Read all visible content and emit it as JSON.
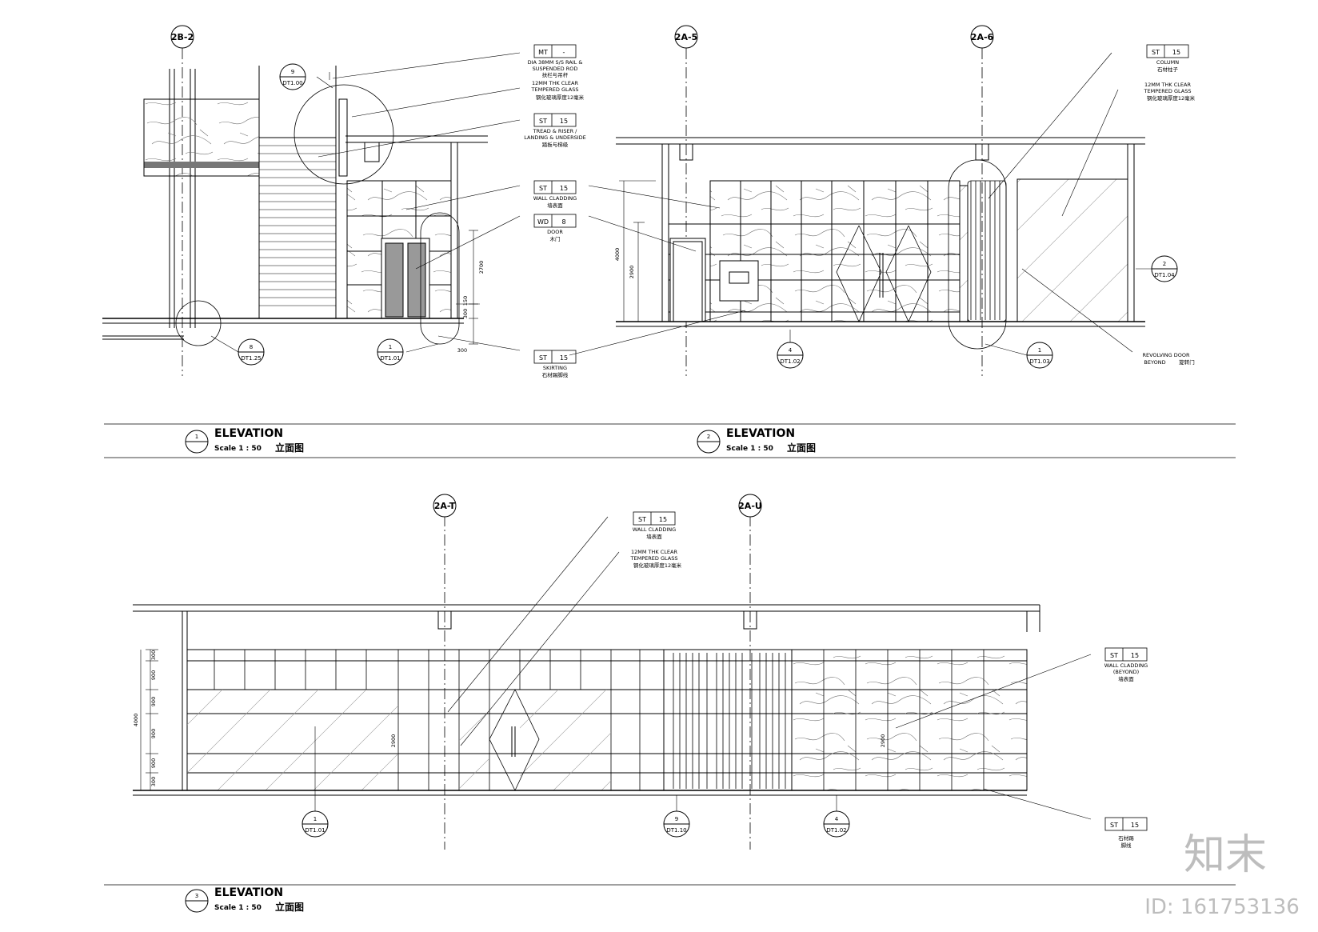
{
  "grid": {
    "e1": "2B-2",
    "e2a": "2A-5",
    "e2b": "2A-6",
    "e3a": "2A-T",
    "e3b": "2A-U"
  },
  "titles": {
    "t1": {
      "num": "1",
      "title": "ELEVATION",
      "scale": "Scale 1 : 50",
      "cn": "立面图"
    },
    "t2": {
      "num": "2",
      "title": "ELEVATION",
      "scale": "Scale 1 : 50",
      "cn": "立面图"
    },
    "t3": {
      "num": "3",
      "title": "ELEVATION",
      "scale": "Scale 1 : 50",
      "cn": "立面图"
    }
  },
  "tags": {
    "mt": {
      "code": "MT",
      "num": "-",
      "l1": "DIA 38MM S/S RAIL &",
      "l2": "SUSPENDED ROD",
      "cn": "扶栏与吊杆",
      "l3": "12MM THK CLEAR",
      "l4": "TEMPERED GLASS",
      "cn2": "钢化玻璃厚度12毫米"
    },
    "st_tread": {
      "code": "ST",
      "num": "15",
      "l1": "TREAD & RISER /",
      "l2": "LANDING & UNDERSIDE",
      "cn": "踏板与梯级"
    },
    "st_wall": {
      "code": "ST",
      "num": "15",
      "l1": "WALL CLADDING",
      "cn": "墙表面"
    },
    "wd_door": {
      "code": "WD",
      "num": "8",
      "l1": "DOOR",
      "cn": "木门"
    },
    "st_skirt": {
      "code": "ST",
      "num": "15",
      "l1": "SKIRTING",
      "cn": "石材踢脚线"
    },
    "st_column": {
      "code": "ST",
      "num": "15",
      "l1": "COLUMN",
      "cn": "石材柱子"
    },
    "glass2": {
      "l1": "12MM THK CLEAR",
      "l2": "TEMPERED GLASS",
      "cn": "钢化玻璃厚度12毫米"
    },
    "revolving": {
      "l1": "REVOLVING DOOR",
      "l2": "BEYOND",
      "cn": "旋转门"
    },
    "st_wall3": {
      "code": "ST",
      "num": "15",
      "l1": "WALL CLADDING",
      "cn": "墙表面"
    },
    "glass3": {
      "l1": "12MM THK CLEAR",
      "l2": "TEMPERED GLASS",
      "cn": "钢化玻璃厚度12毫米"
    },
    "st_wall3r": {
      "code": "ST",
      "num": "15",
      "l1": "WALL CLADDING",
      "l2": "(BEYOND)",
      "cn": "墙表面"
    },
    "st_skirt3": {
      "code": "ST",
      "num": "15",
      "cn": "石材踢",
      "cn2": "脚线"
    }
  },
  "details": {
    "d1": {
      "n": "9",
      "ref": "DT1.00"
    },
    "d2": {
      "n": "8",
      "ref": "DT1.25"
    },
    "d3": {
      "n": "1",
      "ref": "DT1.01"
    },
    "d4": {
      "n": "4",
      "ref": "DT1.02"
    },
    "d5": {
      "n": "1",
      "ref": "DT1.03"
    },
    "d6": {
      "n": "2",
      "ref": "DT1.04"
    },
    "d7": {
      "n": "1",
      "ref": "DT1.01"
    },
    "d8": {
      "n": "9",
      "ref": "DT1.10"
    },
    "d9": {
      "n": "4",
      "ref": "DT1.02"
    }
  },
  "dims": {
    "e1_h": "2700",
    "e1_a": "150",
    "e1_b": "300",
    "e1_c": "300",
    "e2_a": "4000",
    "e2_b": "2900",
    "e3_total": "4000",
    "e3_rows": [
      "300",
      "900",
      "900",
      "900",
      "900",
      "300"
    ],
    "e3_h1": "2900",
    "e3_h2": "2900"
  },
  "watermark": {
    "logo": "知末",
    "id": "ID: 161753136"
  }
}
